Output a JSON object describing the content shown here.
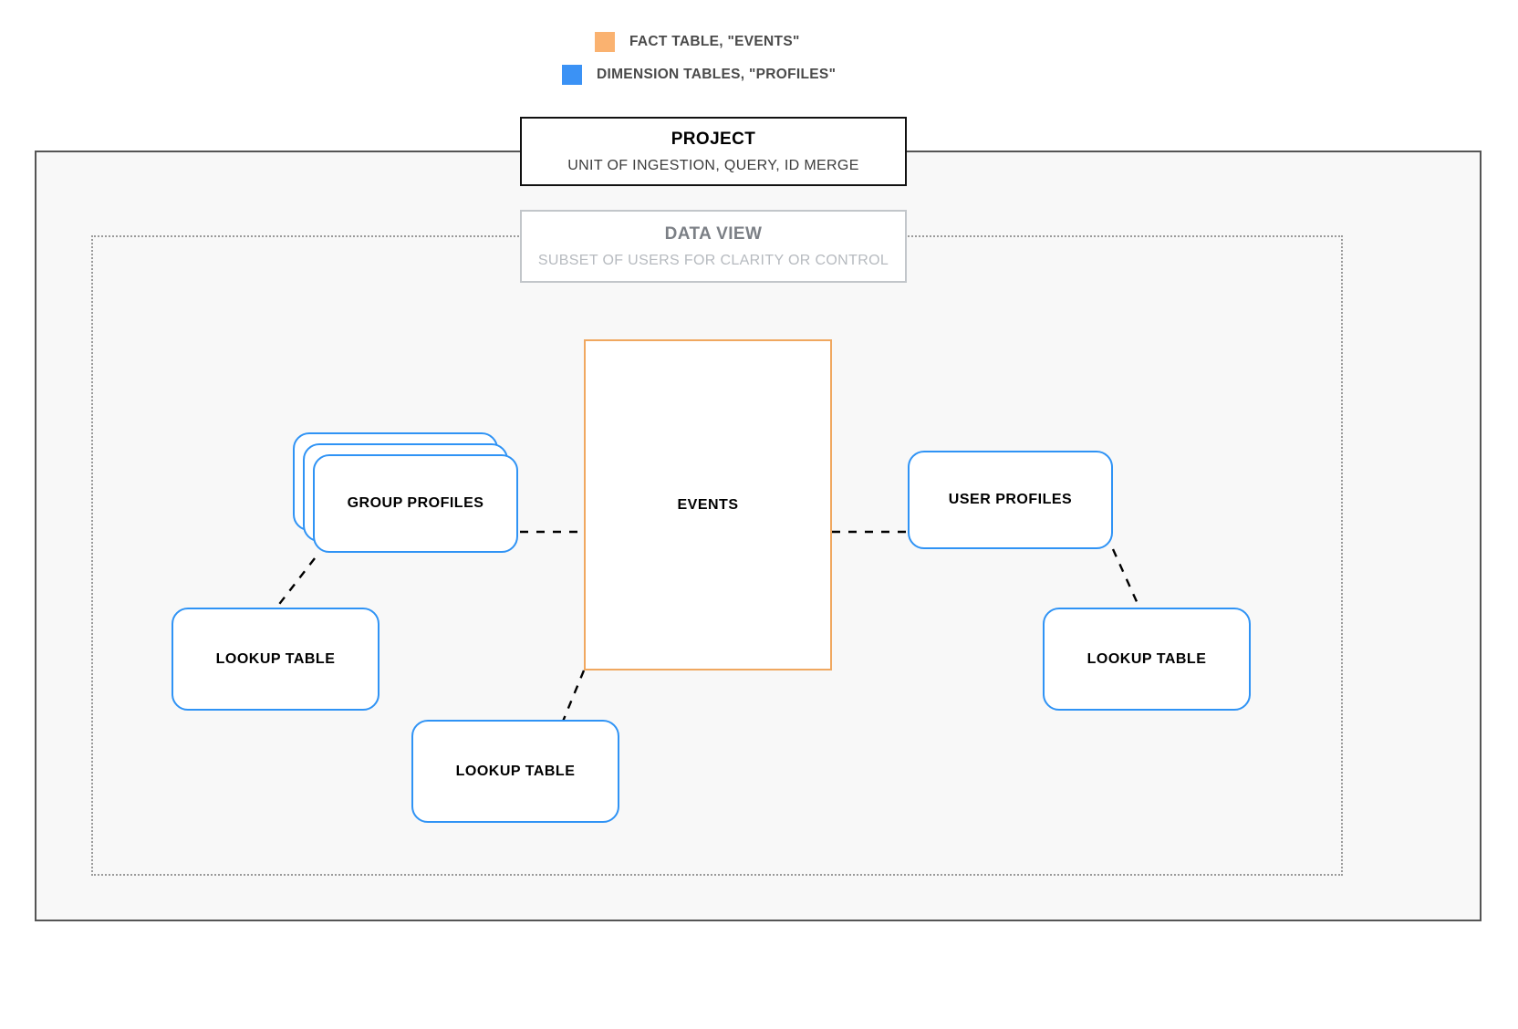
{
  "legend": {
    "items": [
      {
        "label": "FACT TABLE, \"EVENTS\"",
        "color": "#fab270",
        "icon": "orange-square-swatch"
      },
      {
        "label": "DIMENSION TABLES, \"PROFILES\"",
        "color": "#3b92f5",
        "icon": "blue-square-swatch"
      }
    ]
  },
  "project": {
    "title": "PROJECT",
    "subtitle": "UNIT OF INGESTION, QUERY, ID MERGE",
    "border_color": "#111111"
  },
  "data_view": {
    "title": "DATA VIEW",
    "subtitle": "SUBSET OF USERS FOR CLARITY OR CONTROL",
    "border_color": "#c2c6ca",
    "title_color": "#7b7f85",
    "subtitle_color": "#b6babf"
  },
  "nodes": {
    "events": {
      "label": "EVENTS",
      "kind": "fact-table",
      "color": "#f0a860"
    },
    "group_profiles": {
      "label": "GROUP PROFILES",
      "kind": "dimension-table",
      "color": "#2f93f5",
      "stack_count": 3
    },
    "user_profiles": {
      "label": "USER PROFILES",
      "kind": "dimension-table",
      "color": "#2f93f5"
    },
    "lookup_left": {
      "label": "LOOKUP TABLE",
      "kind": "lookup-table",
      "color": "#2f93f5"
    },
    "lookup_bottom": {
      "label": "LOOKUP TABLE",
      "kind": "lookup-table",
      "color": "#2f93f5"
    },
    "lookup_right": {
      "label": "LOOKUP TABLE",
      "kind": "lookup-table",
      "color": "#2f93f5"
    }
  },
  "connectors": [
    {
      "from": "group_profiles",
      "to": "events",
      "style": "dashed"
    },
    {
      "from": "events",
      "to": "user_profiles",
      "style": "dashed"
    },
    {
      "from": "group_profiles",
      "to": "lookup_left",
      "style": "dashed"
    },
    {
      "from": "events",
      "to": "lookup_bottom",
      "style": "dashed"
    },
    {
      "from": "user_profiles",
      "to": "lookup_right",
      "style": "dashed"
    }
  ],
  "palette": {
    "frame_bg": "#f8f8f8",
    "frame_border": "#555555",
    "dotted_border": "#9a9a9a",
    "connector": "#000000"
  }
}
